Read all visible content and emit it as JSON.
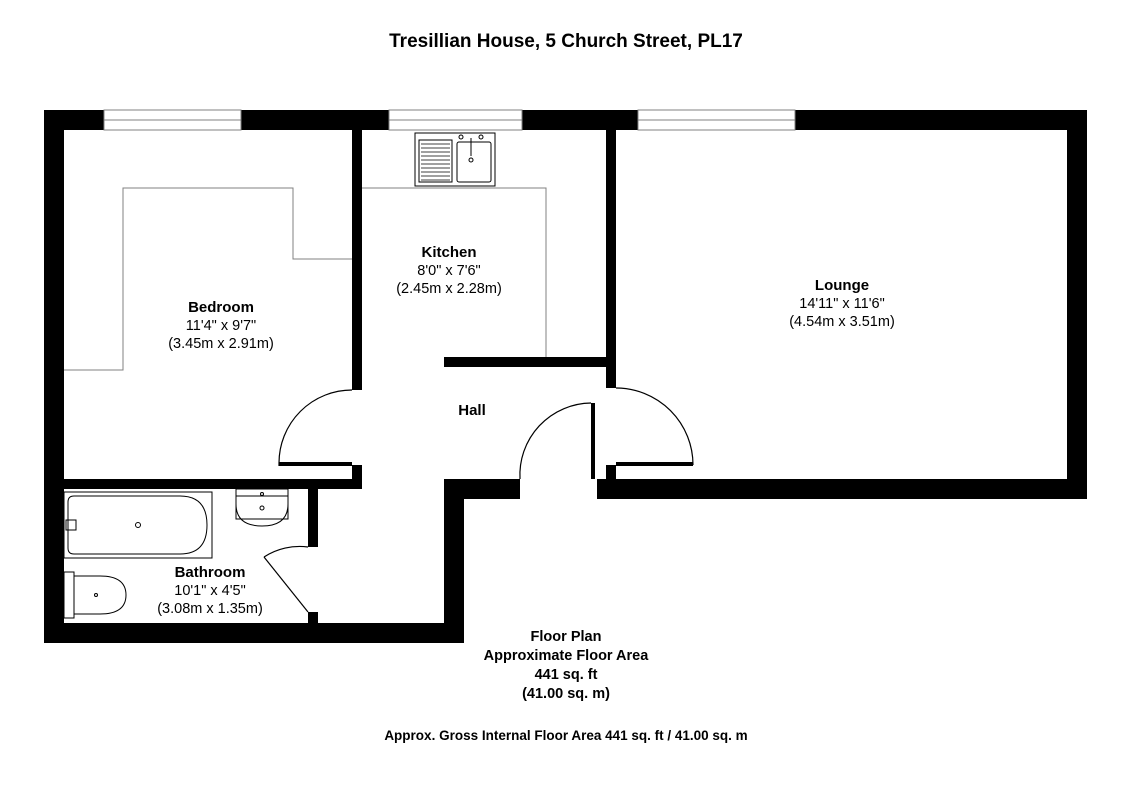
{
  "title": "Tresillian House, 5 Church Street, PL17",
  "rooms": {
    "bedroom": {
      "name": "Bedroom",
      "imperial": "11'4\" x 9'7\"",
      "metric": "(3.45m x 2.91m)"
    },
    "kitchen": {
      "name": "Kitchen",
      "imperial": "8'0\" x 7'6\"",
      "metric": "(2.45m x 2.28m)"
    },
    "lounge": {
      "name": "Lounge",
      "imperial": "14'11\" x 11'6\"",
      "metric": "(4.54m x 3.51m)"
    },
    "hall": {
      "name": "Hall"
    },
    "bathroom": {
      "name": "Bathroom",
      "imperial": "10'1\" x 4'5\"",
      "metric": "(3.08m x 1.35m)"
    }
  },
  "summary": {
    "heading": "Floor Plan",
    "subheading": "Approximate Floor Area",
    "sqft": "441 sq. ft",
    "sqm": "(41.00 sq. m)"
  },
  "footer": "Approx. Gross Internal Floor Area 441 sq. ft / 41.00 sq. m",
  "colors": {
    "wall": "#000000",
    "fixture_line": "#7f7f7f",
    "background": "#ffffff"
  }
}
